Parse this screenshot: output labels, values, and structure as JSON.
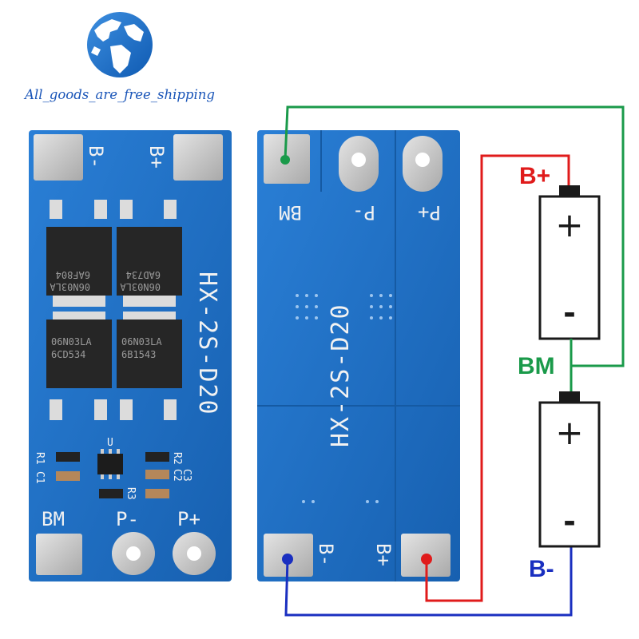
{
  "logo": {
    "text": "All_goods_are_free_shipping"
  },
  "left_board": {
    "model_text": "HX-2S-D20",
    "pad_labels": {
      "b_minus": "B-",
      "b_plus": "B+",
      "bm": "BM",
      "p_minus": "P-",
      "p_plus": "P+"
    },
    "mosfets": [
      {
        "line1": "06N03LA",
        "line2": "6AF804"
      },
      {
        "line1": "06N03LA",
        "line2": "6AD734"
      },
      {
        "line1": "06N03LA",
        "line2": "6CD534"
      },
      {
        "line1": "06N03LA",
        "line2": "6B1543"
      }
    ],
    "component_labels": [
      "R1",
      "C1",
      "R2",
      "C2",
      "C3",
      "R3",
      "U"
    ]
  },
  "right_board": {
    "model_text": "HX-2S-D20",
    "pad_labels": {
      "bm": "BM",
      "p_minus": "P-",
      "p_plus": "P+",
      "b_minus": "B-",
      "b_plus": "B+"
    }
  },
  "wiring": {
    "labels": {
      "b_plus": "B+",
      "bm": "BM",
      "b_minus": "B-"
    },
    "battery_symbols": {
      "plus": "+",
      "minus": "-"
    },
    "colors": {
      "b_plus": "#e01b1b",
      "bm": "#1a9a4a",
      "b_minus": "#1a2fc0"
    }
  },
  "colors": {
    "pcb": "#1d6fc4",
    "pcb_dark": "#155aa3",
    "pad": "#c9c9c9",
    "silkscreen": "#f2f2f2"
  }
}
